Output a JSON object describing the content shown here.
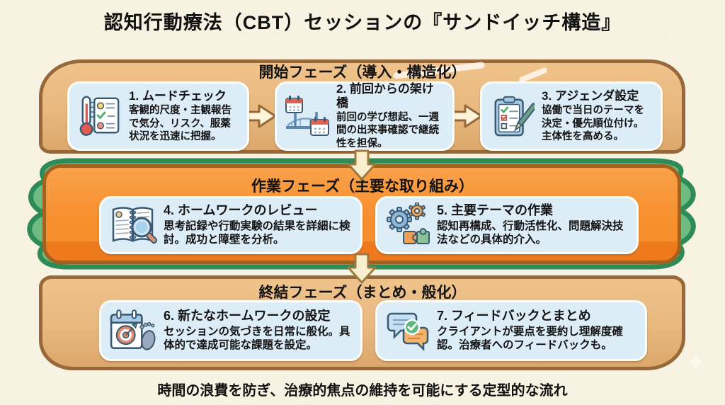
{
  "title": "認知行動療法（CBT）セッションの『サンドイッチ構造』",
  "caption": "時間の浪費を防ぎ、治療的焦点の維持を可能にする定型的な流れ",
  "phases": {
    "opening": {
      "header": "開始フェーズ（導入・構造化）",
      "steps": [
        {
          "title": "1. ムードチェック",
          "body": "客観的尺度・主観報告で気分、リスク、服薬状況を迅速に把握。",
          "icon": "thermometer-mood-sheet"
        },
        {
          "title": "2. 前回からの架け橋",
          "body": "前回の学び想起、一週間の出来事確認で継続性を担保。",
          "icon": "bridge-calendars"
        },
        {
          "title": "3. アジェンダ設定",
          "body": "協働で当日のテーマを決定・優先順位付け。主体性を高める。",
          "icon": "clipboard-pen"
        }
      ]
    },
    "work": {
      "header": "作業フェーズ（主要な取り組み）",
      "steps": [
        {
          "title": "4. ホームワークのレビュー",
          "body": "思考記録や行動実験の結果を詳細に検討。成功と障壁を分析。",
          "icon": "notebook-magnifier"
        },
        {
          "title": "5. 主要テーマの作業",
          "body": "認知再構成、行動活性化、問題解決技法などの具体的介入。",
          "icon": "gears-puzzle"
        }
      ]
    },
    "closing": {
      "header": "終結フェーズ（まとめ・般化）",
      "steps": [
        {
          "title": "6. 新たなホームワークの設定",
          "body": "セッションの気づきを日常に般化。具体的で達成可能な課題を設定。",
          "icon": "calendar-target-footprint"
        },
        {
          "title": "7. フィードバックとまとめ",
          "body": "クライアントが要点を要約し理解度確認。治療者へのフィードバックも。",
          "icon": "chat-bubbles-check"
        }
      ]
    }
  },
  "colors": {
    "background": "#f7f2e1",
    "bread_fill": "#e8b87e",
    "bread_border": "#97683a",
    "lettuce_fill": "#6fbc82",
    "lettuce_border": "#2e8a57",
    "filling_fill": "#f78f2e",
    "filling_border": "#a2611f",
    "card_fill": "#ddedf8",
    "card_border": "#fcfcf8",
    "arrow_fill": "#f9efcf",
    "text": "#141414"
  }
}
